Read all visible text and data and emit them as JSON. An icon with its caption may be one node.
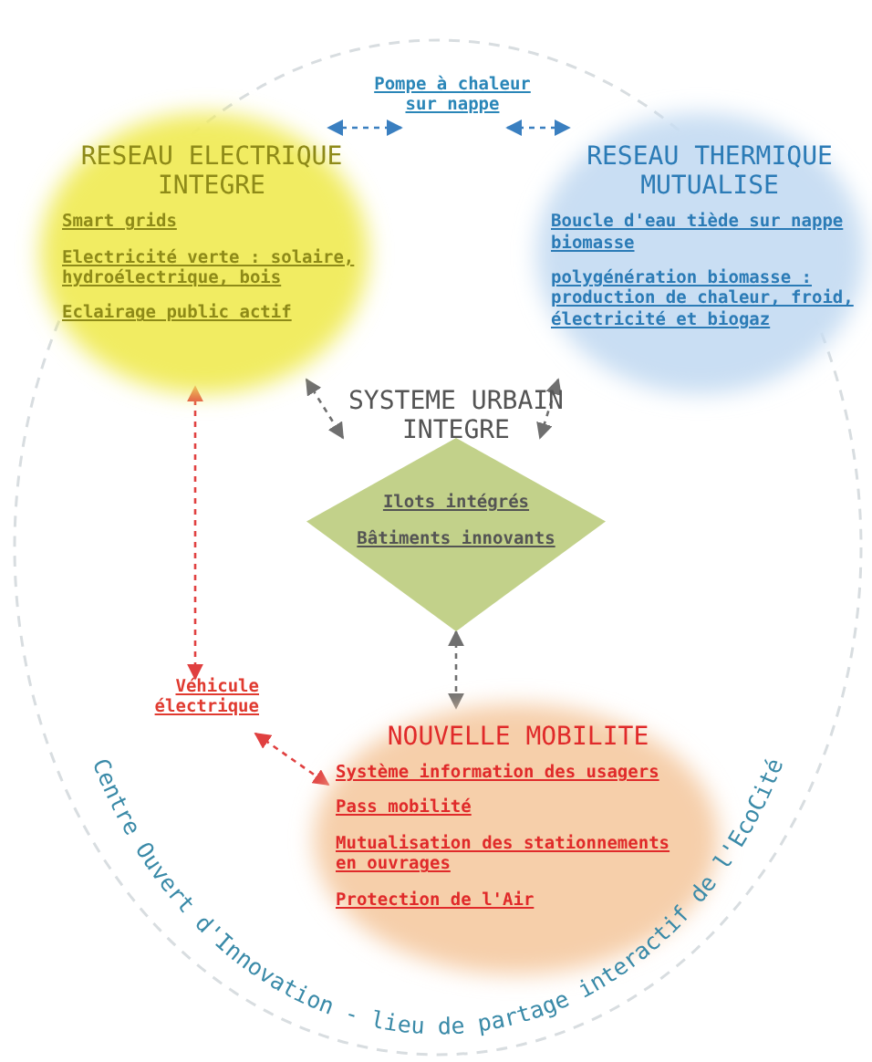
{
  "diagram": {
    "nodes": [
      {
        "text": [
          "Pompe à chaleur sur nappe"
        ]
      },
      {
        "text": [
          "RESEAU ELECTRIQUE INTEGRE",
          "Smart grids",
          "Electricité verte : solaire, hydroélectrique, bois",
          "Eclairage public actif"
        ]
      },
      {
        "text": [
          "RESEAU THERMIQUE MUTUALISE",
          "Boucle d'eau tiède sur nappe biomasse",
          "polygénération biomasse : production de chaleur, froid, électricité et biogaz"
        ]
      },
      {
        "text": [
          "SYSTEME URBAIN INTEGRE",
          "Ilots intégrés",
          "Bâtiments innovants"
        ]
      },
      {
        "text": [
          "Véhicule électrique"
        ]
      },
      {
        "text": [
          "NOUVELLE MOBILITE",
          "Système information des usagers",
          "Pass mobilité",
          "Mutualisation des stationnements en ouvrages",
          "Protection de l'Air"
        ]
      }
    ],
    "edges": [
      {
        "from": 0,
        "to": 1,
        "arrow": "both",
        "style": "dashed",
        "color": "#3a7fc0"
      },
      {
        "from": 0,
        "to": 2,
        "arrow": "both",
        "style": "dashed",
        "color": "#3a7fc0"
      },
      {
        "from": 1,
        "to": 3,
        "arrow": "both",
        "style": "dashed"
      },
      {
        "from": 2,
        "to": 3,
        "arrow": "both",
        "style": "dashed"
      },
      {
        "from": 3,
        "to": 5,
        "arrow": "both",
        "style": "dashed"
      },
      {
        "from": 4,
        "to": 1,
        "arrow": "both",
        "style": "dashed",
        "color": "#e04040"
      },
      {
        "from": 4,
        "to": 5,
        "arrow": "both",
        "style": "dashed",
        "color": "#e04040"
      }
    ],
    "labels": [
      "Centre Ouvert d'Innovation - lieu de partage interactif de l'EcoCité"
    ]
  }
}
